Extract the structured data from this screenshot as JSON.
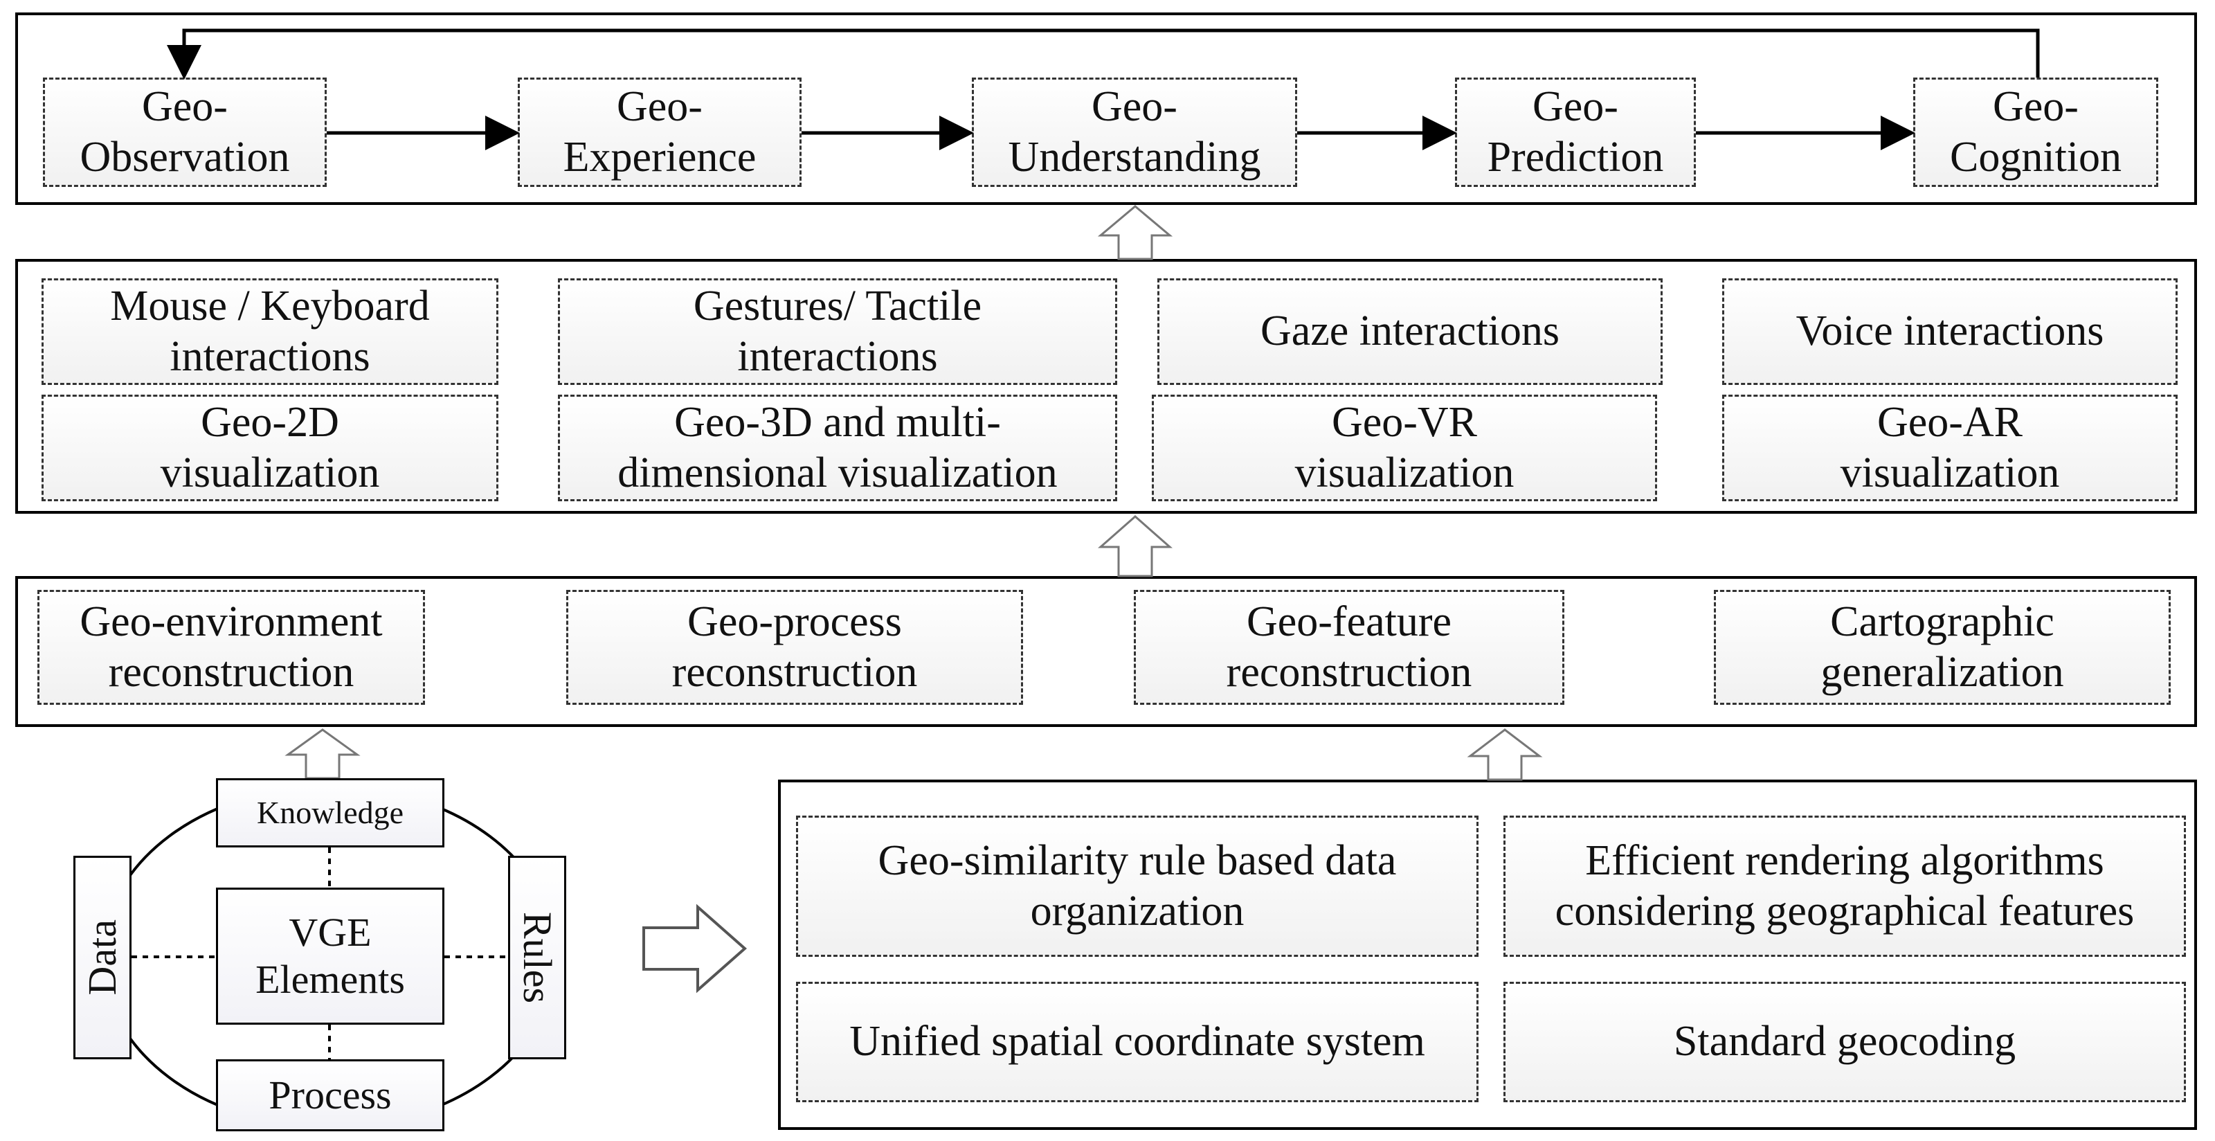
{
  "layer_cognition": {
    "nodes": [
      {
        "id": "geo-observation",
        "label": "Geo-\nObservation"
      },
      {
        "id": "geo-experience",
        "label": "Geo-\nExperience"
      },
      {
        "id": "geo-understanding",
        "label": "Geo-\nUnderstanding"
      },
      {
        "id": "geo-prediction",
        "label": "Geo-\nPrediction"
      },
      {
        "id": "geo-cognition",
        "label": "Geo-\nCognition"
      }
    ]
  },
  "layer_interaction": {
    "interactions": [
      {
        "id": "mouse-keyboard",
        "label": "Mouse / Keyboard\ninteractions"
      },
      {
        "id": "gestures-tactile",
        "label": "Gestures/ Tactile\ninteractions"
      },
      {
        "id": "gaze",
        "label": "Gaze interactions"
      },
      {
        "id": "voice",
        "label": "Voice interactions"
      }
    ],
    "visualizations": [
      {
        "id": "geo-2d",
        "label": "Geo-2D\nvisualization"
      },
      {
        "id": "geo-3d",
        "label": "Geo-3D and multi-\ndimensional visualization"
      },
      {
        "id": "geo-vr",
        "label": "Geo-VR\nvisualization"
      },
      {
        "id": "geo-ar",
        "label": "Geo-AR\nvisualization"
      }
    ]
  },
  "layer_reconstruction": {
    "nodes": [
      {
        "id": "geo-environment",
        "label": "Geo-environment\nreconstruction"
      },
      {
        "id": "geo-process",
        "label": "Geo-process\nreconstruction"
      },
      {
        "id": "geo-feature",
        "label": "Geo-feature\nreconstruction"
      },
      {
        "id": "cartographic",
        "label": "Cartographic\ngeneralization"
      }
    ]
  },
  "vge_elements": {
    "center": "VGE\nElements",
    "top": "Knowledge",
    "bottom": "Process",
    "left": "Data",
    "right": "Rules"
  },
  "layer_foundation": {
    "nodes": [
      {
        "id": "geo-similarity",
        "label": "Geo-similarity rule based data\norganization"
      },
      {
        "id": "efficient-rendering",
        "label": "Efficient rendering algorithms\nconsidering geographical features"
      },
      {
        "id": "unified-coordinate",
        "label": "Unified spatial coordinate system"
      },
      {
        "id": "standard-geocoding",
        "label": "Standard geocoding"
      }
    ]
  }
}
